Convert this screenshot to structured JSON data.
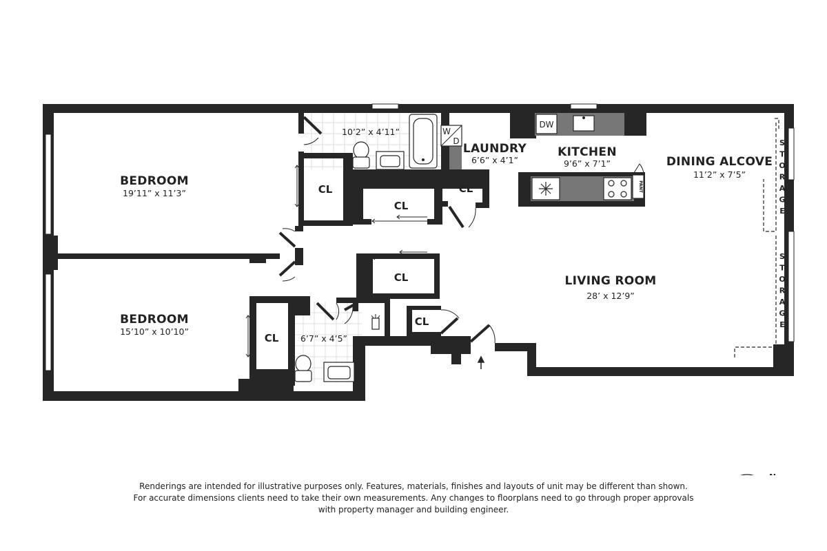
{
  "rooms": {
    "bedroom1": {
      "name": "BEDROOM",
      "dims": "19’11” x 11’3”"
    },
    "bedroom2": {
      "name": "BEDROOM",
      "dims": "15’10” x 10’10”"
    },
    "bath1": {
      "dims": "10’2” x 4’11”"
    },
    "bath2": {
      "dims": "6’7” x 4’5”"
    },
    "laundry": {
      "name": "LAUNDRY",
      "dims": "6’6” x 4’1”"
    },
    "kitchen": {
      "name": "KITCHEN",
      "dims": "9’6” x 7’1”"
    },
    "dining": {
      "name": "DINING ALCOVE",
      "dims": "11’2” x 7’5”"
    },
    "living": {
      "name": "LIVING ROOM",
      "dims": "28’ x 12’9”"
    }
  },
  "closet_label": "CL",
  "washer_dryer": {
    "w": "W",
    "d": "D"
  },
  "dishwasher": "DW",
  "pantry": "PANT",
  "storage_label": "STORAGE",
  "compass": {
    "label": "N",
    "icon": "compass-icon"
  },
  "disclaimer": [
    "Renderings are intended for illustrative purposes only. Features, materials, finishes and layouts of unit may be different than shown.",
    "For accurate dimensions clients need to take their own measurements. Any changes to floorplans need to go through proper approvals",
    "with property manager and building engineer."
  ],
  "colors": {
    "wall": "#262626",
    "counter": "#777777",
    "tile": "#d4d4d4"
  }
}
